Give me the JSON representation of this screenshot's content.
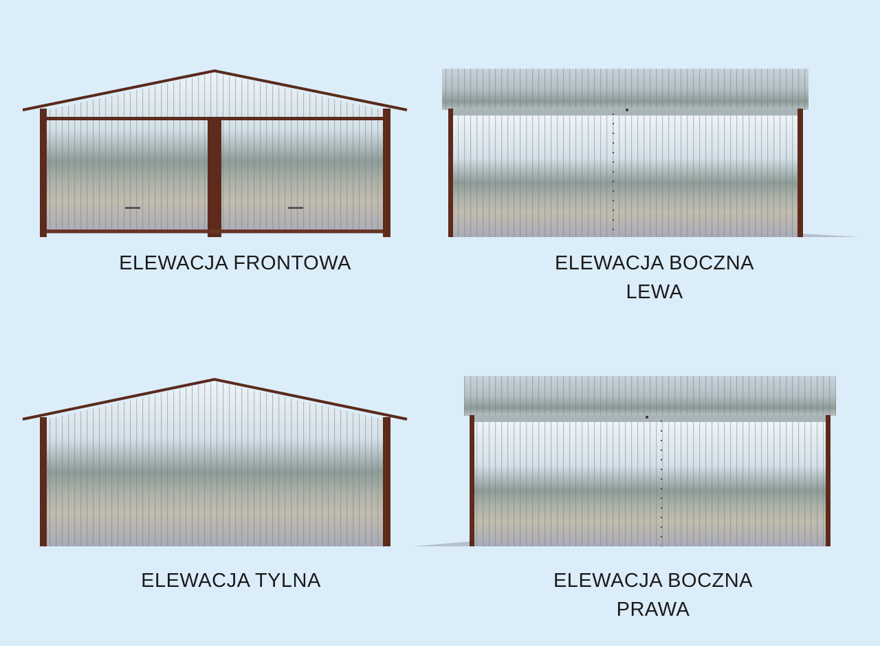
{
  "elevations": [
    {
      "id": "front",
      "title": "ELEWACJA FRONTOWA",
      "subtitle": ""
    },
    {
      "id": "left",
      "title": "ELEWACJA BOCZNA",
      "subtitle": "LEWA"
    },
    {
      "id": "rear",
      "title": "ELEWACJA TYLNA",
      "subtitle": ""
    },
    {
      "id": "right",
      "title": "ELEWACJA BOCZNA",
      "subtitle": "PRAWA"
    }
  ],
  "colors": {
    "background": "#dcedfa",
    "frame": "#5a2a1a",
    "text": "#1a1a1a"
  }
}
